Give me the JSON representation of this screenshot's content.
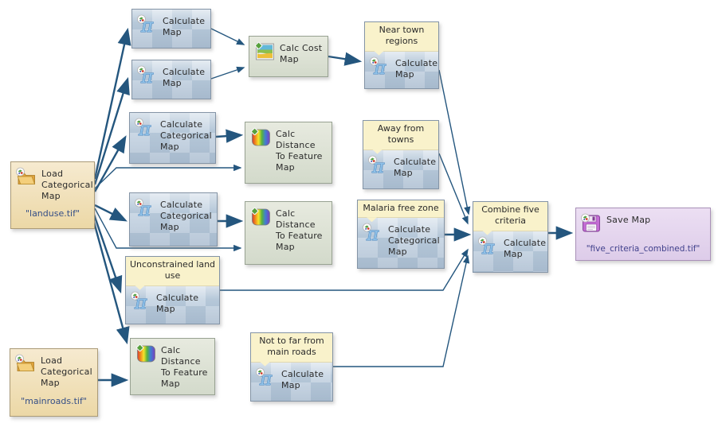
{
  "colors": {
    "arrow": "#24567e",
    "node_blue_light": "#ccd9e6",
    "node_blue_dark": "#b6c8d9",
    "node_blue_border": "#8494a6",
    "note_yellow": "#f9f2cb",
    "node_tan_light": "#f6ead0",
    "node_tan_dark": "#ecd8a6",
    "node_tan_border": "#ab9b78",
    "node_green_light": "#e7eadf",
    "node_green_dark": "#d3dacb",
    "node_green_border": "#98a292",
    "node_purple_light": "#ecdff3",
    "node_purple_dark": "#ddcce9",
    "node_purple_border": "#a991b8",
    "label_text": "#2b2b2b",
    "filename_text": "#344e86",
    "save_filename_text": "#41418c"
  },
  "nodes": [
    {
      "id": "load-landuse",
      "title": "Load\nCategorical\nMap",
      "filename": "\"landuse.tif\"",
      "icon": "folder-map"
    },
    {
      "id": "calc-map-1",
      "title": "Calculate\nMap",
      "icon": "pi-map"
    },
    {
      "id": "calc-map-2",
      "title": "Calculate\nMap",
      "icon": "pi-map"
    },
    {
      "id": "calc-cost",
      "title": "Calc Cost\nMap",
      "icon": "layered-map"
    },
    {
      "id": "near-town",
      "note": "Near town\nregions",
      "title": "Calculate\nMap",
      "icon": "pi-map"
    },
    {
      "id": "calc-cat-1",
      "title": "Calculate\nCategorical\nMap",
      "icon": "pi-map"
    },
    {
      "id": "calc-dist-1",
      "title": "Calc\nDistance\nTo Feature\nMap",
      "icon": "rainbow-map"
    },
    {
      "id": "away-towns",
      "note": "Away from\ntowns",
      "title": "Calculate\nMap",
      "icon": "pi-map"
    },
    {
      "id": "calc-cat-2",
      "title": "Calculate\nCategorical\nMap",
      "icon": "pi-map"
    },
    {
      "id": "calc-dist-2",
      "title": "Calc\nDistance\nTo Feature\nMap",
      "icon": "rainbow-map"
    },
    {
      "id": "malaria",
      "note": "Malaria free zone",
      "title": "Calculate\nCategorical\nMap",
      "icon": "pi-map"
    },
    {
      "id": "unconstrained",
      "note": "Unconstrained land\nuse",
      "title": "Calculate\nMap",
      "icon": "pi-map"
    },
    {
      "id": "combine",
      "note": "Combine five\ncriteria",
      "title": "Calculate\nMap",
      "icon": "pi-map"
    },
    {
      "id": "save-map",
      "title": "Save Map",
      "filename": "\"five_criteria_combined.tif\"",
      "icon": "floppy-disk"
    },
    {
      "id": "load-mainroads",
      "title": "Load\nCategorical\nMap",
      "filename": "\"mainroads.tif\"",
      "icon": "folder-map"
    },
    {
      "id": "calc-dist-3",
      "title": "Calc\nDistance\nTo Feature\nMap",
      "icon": "rainbow-map"
    },
    {
      "id": "not-far",
      "note": "Not to far from\nmain roads",
      "title": "Calculate\nMap",
      "icon": "pi-map"
    }
  ]
}
